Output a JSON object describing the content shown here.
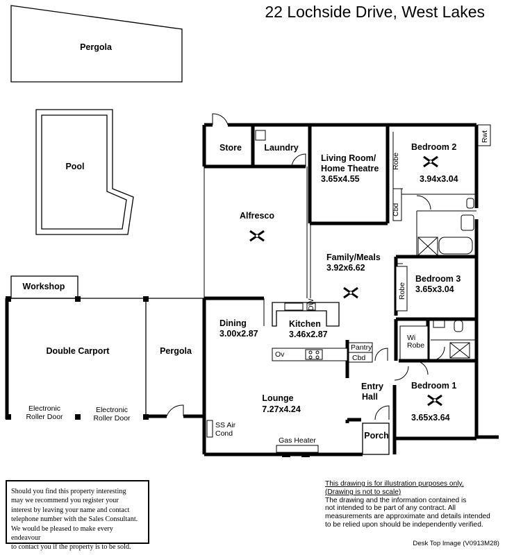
{
  "title": "22 Lochside Drive,  West Lakes",
  "rooms": {
    "pergola_top": "Pergola",
    "pool": "Pool",
    "store": "Store",
    "laundry": "Laundry",
    "living_name_1": "Living Room/",
    "living_name_2": "Home Theatre",
    "living_size": "3.65x4.55",
    "bedroom2_name": "Bedroom 2",
    "bedroom2_size": "3.94x3.04",
    "rwt": "Rwt",
    "robe_bed2": "Robe",
    "cbd_bed2": "Cbd",
    "alfresco": "Alfresco",
    "family_name": "Family/Meals",
    "family_size": "3.92x6.62",
    "bedroom3_name": "Bedroom 3",
    "bedroom3_size": "3.65x3.04",
    "robe_bed3": "Robe",
    "workshop": "Workshop",
    "double_carport": "Double Carport",
    "pergola_side": "Pergola",
    "roller_door_1_a": "Electronic",
    "roller_door_1_b": "Roller Door",
    "roller_door_2_a": "Electronic",
    "roller_door_2_b": "Roller Door",
    "dining_name": "Dining",
    "dining_size": "3.00x2.87",
    "kitchen_name": "Kitchen",
    "kitchen_size": "3.46x2.87",
    "dw": "DW",
    "ov": "Ov",
    "pantry": "Pantry",
    "cbd_kitchen": "Cbd",
    "wi_robe_1": "Wi",
    "wi_robe_2": "Robe",
    "entry_1": "Entry",
    "entry_2": "Hall",
    "bedroom1_name": "Bedroom 1",
    "bedroom1_size": "3.65x3.64",
    "lounge_name": "Lounge",
    "lounge_size": "7.27x4.24",
    "ss_air_1": "SS Air",
    "ss_air_2": "Cond",
    "gas_heater": "Gas Heater",
    "porch": "Porch"
  },
  "notice": {
    "lines": [
      "Should you find this property interesting",
      "may we recommend you register your",
      "interest by leaving your name and contact",
      "telephone number with the Sales Consultant.",
      "We would be pleased to make every endeavour",
      "to contact you if the property is to be sold."
    ]
  },
  "disclaimer": {
    "line1": "This drawing is for illustration purposes only.",
    "line2": "(Drawing is not to scale)",
    "body": [
      "The drawing and the information contained is",
      "not intended to be part of any contract.  All",
      "measurements are approximate and details intended",
      "to be relied upon should be independently verified."
    ]
  },
  "footer": "Desk Top Image  (V0913M28)"
}
